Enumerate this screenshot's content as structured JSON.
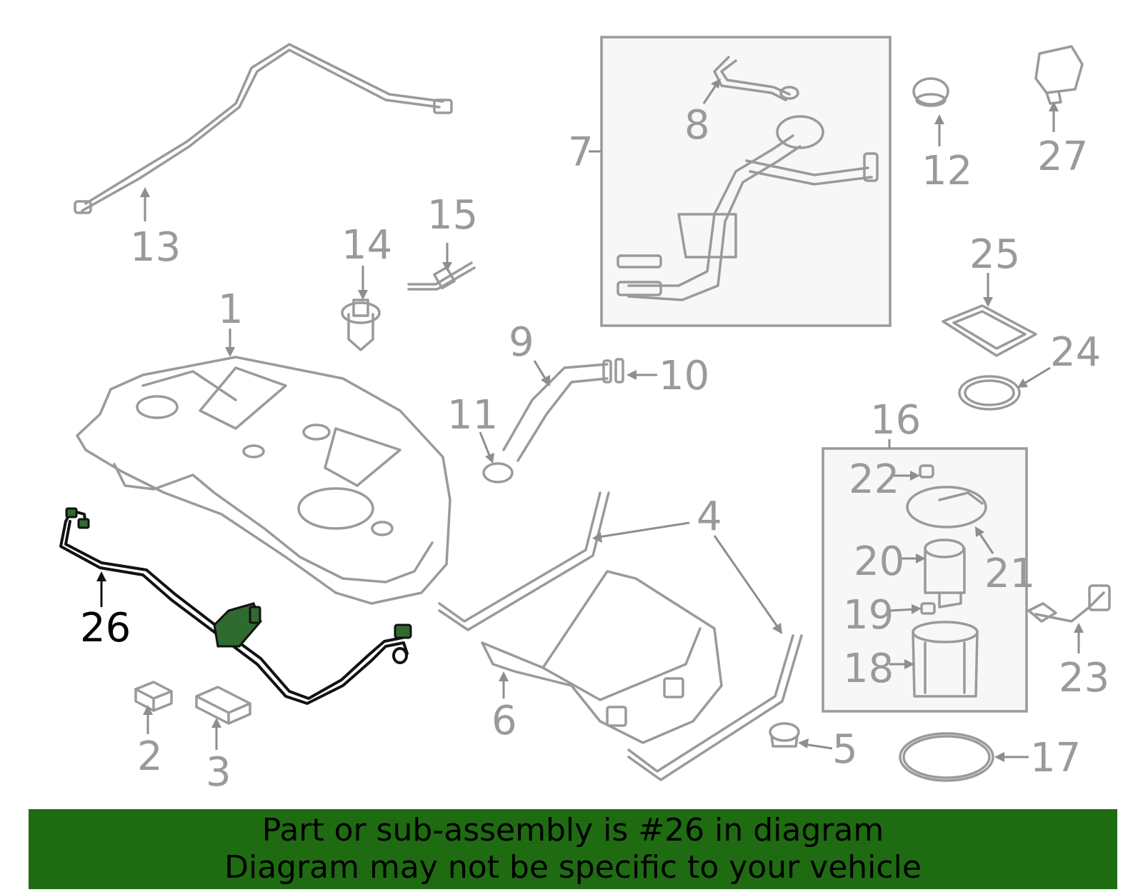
{
  "callouts": {
    "c1": "1",
    "c2": "2",
    "c3": "3",
    "c4a": "4",
    "c5": "5",
    "c6": "6",
    "c7": "7",
    "c8": "8",
    "c9": "9",
    "c10": "10",
    "c11": "11",
    "c12": "12",
    "c13": "13",
    "c14": "14",
    "c15": "15",
    "c16": "16",
    "c17": "17",
    "c18": "18",
    "c19": "19",
    "c20": "20",
    "c21": "21",
    "c22": "22",
    "c23": "23",
    "c24": "24",
    "c25": "25",
    "c26": "26",
    "c27": "27"
  },
  "banner": {
    "line1": "Part or sub-assembly is #26 in diagram",
    "line2": "Diagram may not be specific to your vehicle"
  },
  "colors": {
    "banner_bg": "#1f6b12",
    "highlight_part": "#2f6b2f",
    "line_art": "#9a9a9a"
  }
}
